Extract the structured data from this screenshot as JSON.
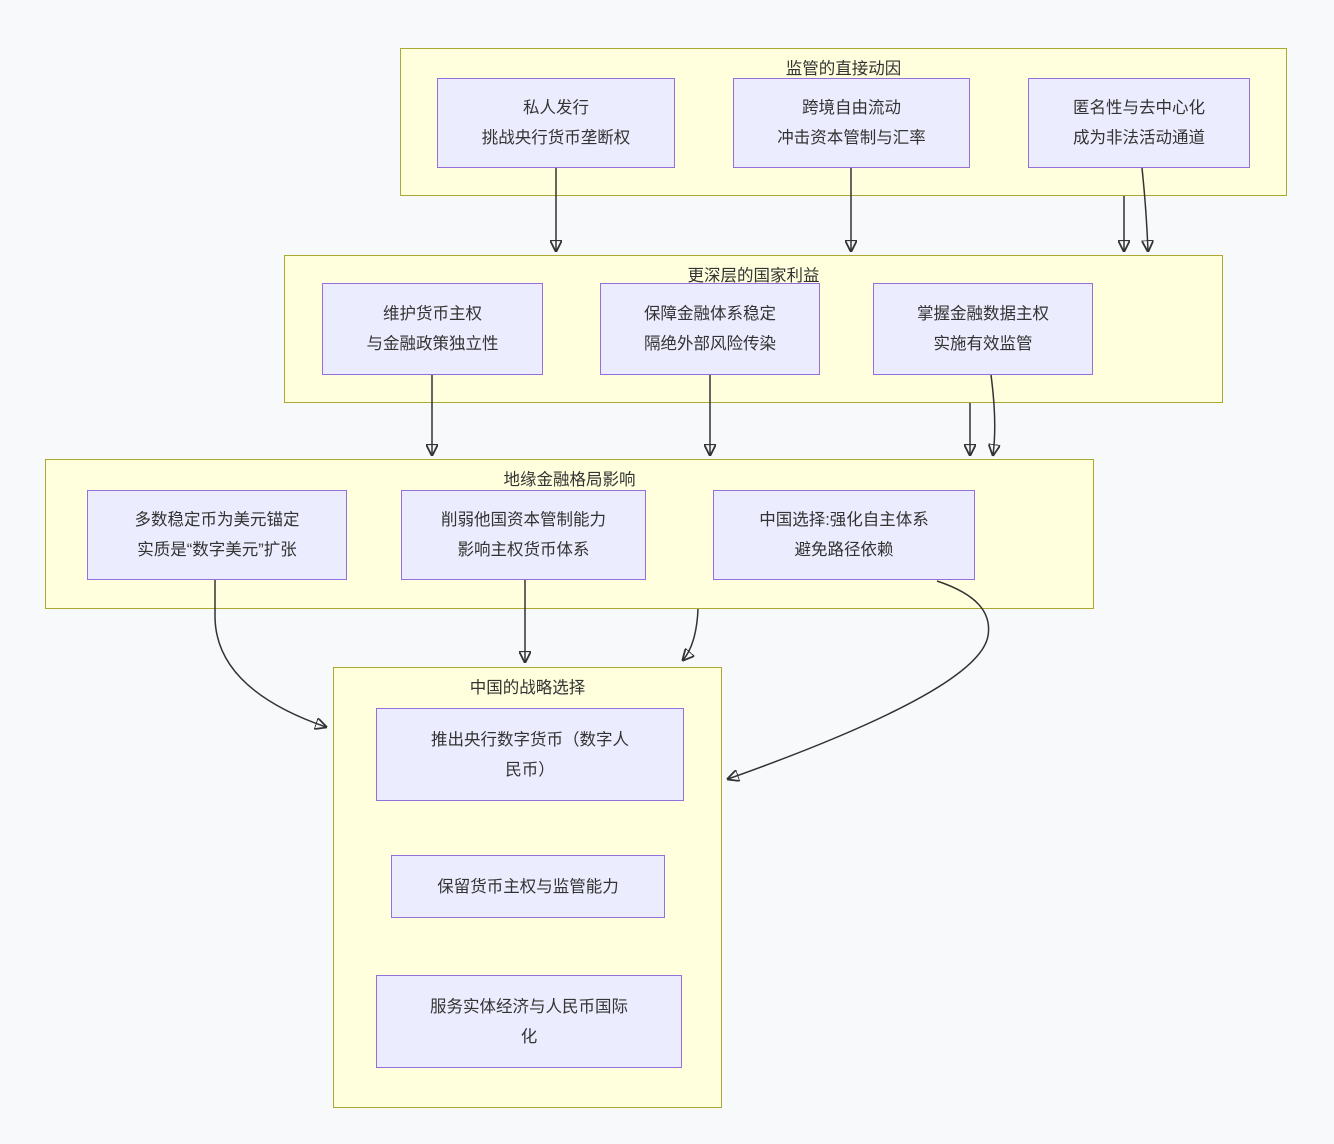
{
  "sections": [
    {
      "title": "监管的直接动因",
      "nodes": [
        {
          "label": "私人发行\n挑战央行货币垄断权"
        },
        {
          "label": "跨境自由流动\n冲击资本管制与汇率"
        },
        {
          "label": "匿名性与去中心化\n成为非法活动通道"
        }
      ]
    },
    {
      "title": "更深层的国家利益",
      "nodes": [
        {
          "label": "维护货币主权\n与金融政策独立性"
        },
        {
          "label": "保障金融体系稳定\n隔绝外部风险传染"
        },
        {
          "label": "掌握金融数据主权\n实施有效监管"
        }
      ]
    },
    {
      "title": "地缘金融格局影响",
      "nodes": [
        {
          "label": "多数稳定币为美元锚定\n实质是“数字美元”扩张"
        },
        {
          "label": "削弱他国资本管制能力\n影响主权货币体系"
        },
        {
          "label": "中国选择:强化自主体系\n避免路径依赖"
        }
      ]
    },
    {
      "title": "中国的战略选择",
      "nodes": [
        {
          "label": "推出央行数字货币（数字人\n民币）"
        },
        {
          "label": "保留货币主权与监管能力"
        },
        {
          "label": "服务实体经济与人民币国际\n化"
        }
      ]
    }
  ],
  "colors": {
    "background": "#f8f9fb",
    "cluster_fill": "#ffffde",
    "cluster_border": "#aaaa33",
    "node_fill": "#ececff",
    "node_border": "#9370db",
    "edge": "#333333",
    "text": "#333333"
  }
}
